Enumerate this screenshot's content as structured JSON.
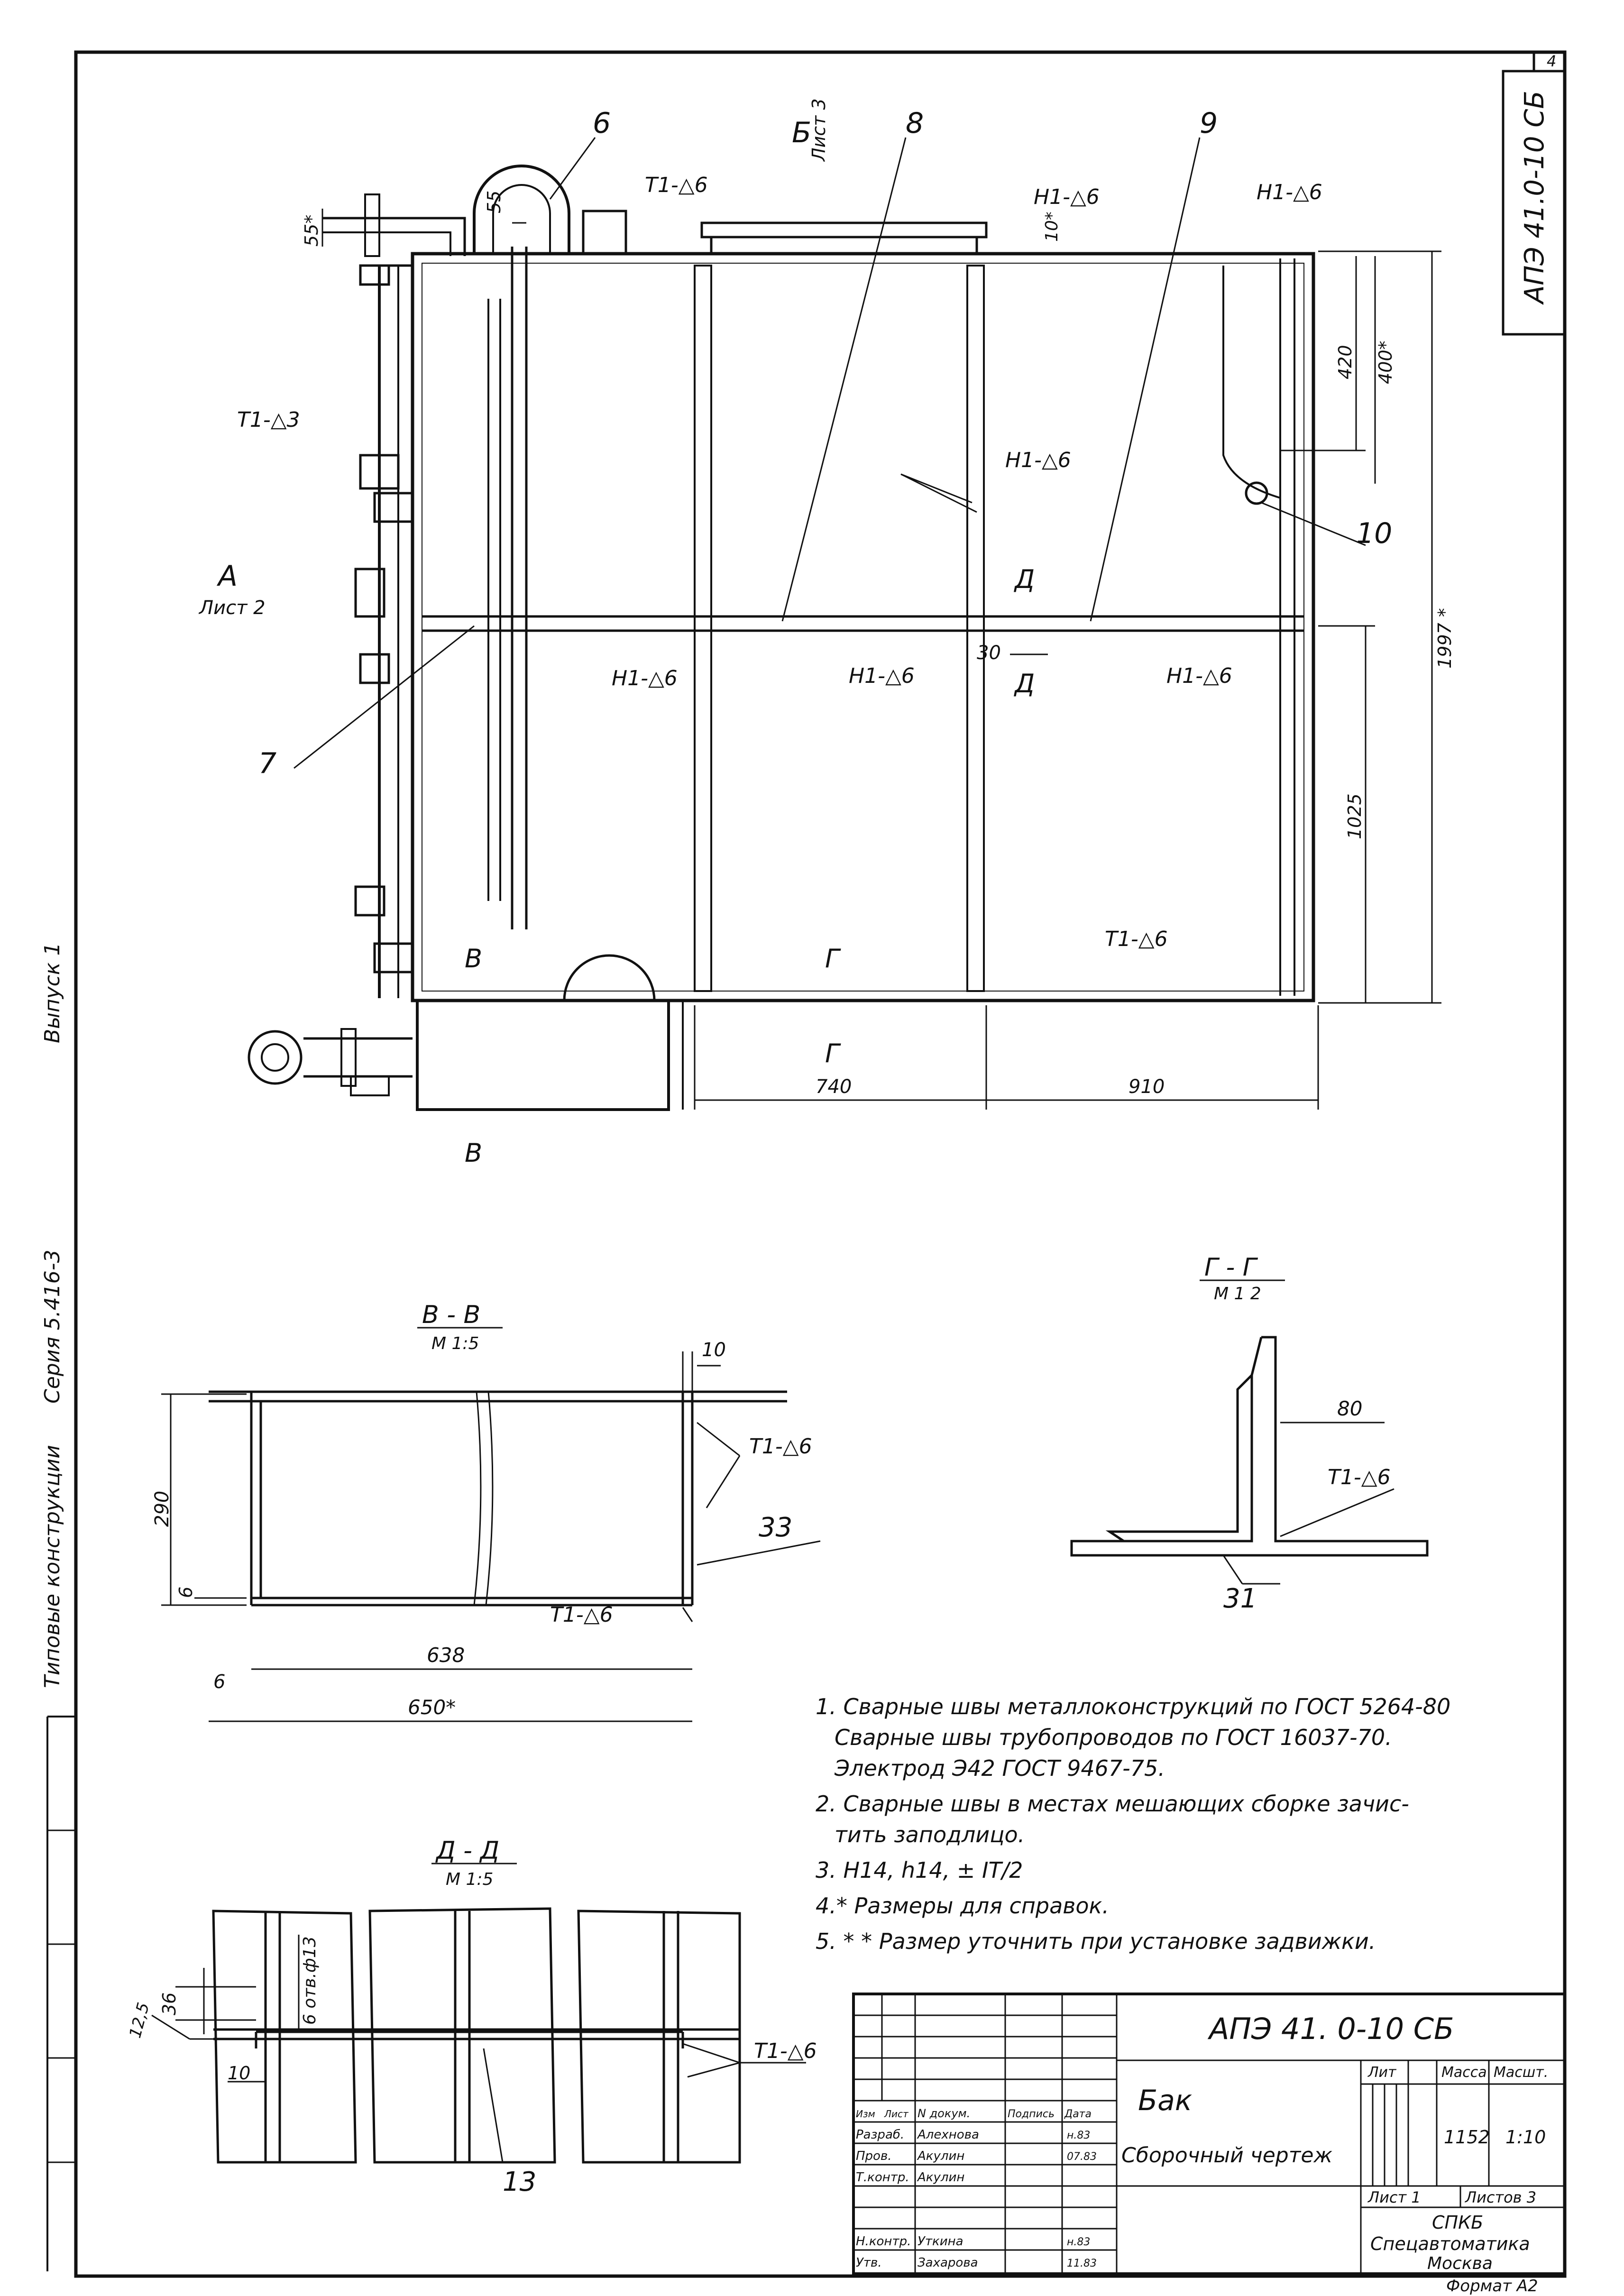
{
  "sheet": {
    "corner_number": "4",
    "top_stamp": "АПЭ 41.0-10 СБ",
    "side_series": "Серия   5.416-3",
    "side_issue": "Выпуск 1",
    "side_type": "Типовые конструкции",
    "format": "Формат А2"
  },
  "main_view": {
    "positions": [
      "6",
      "8",
      "9",
      "10",
      "7"
    ],
    "section_marks": {
      "A": "А",
      "A_sheet": "Лист 2",
      "B": "Б",
      "B_sheet": "Лист 3",
      "V": "В",
      "G": "Г",
      "D": "Д"
    },
    "welds": [
      "Т1-△6",
      "Н1-△6",
      "Н1-△6",
      "Т1-△3",
      "Н1-△6",
      "Н1-△6",
      "Н1-△6",
      "Н1-△6",
      "Т1-△6"
    ],
    "dims": {
      "d55a": "55*",
      "d55b": "55",
      "d10": "10*",
      "d420": "420",
      "d400": "400*",
      "d1997": "1997 *",
      "d1025": "1025",
      "d30": "30",
      "d740": "740",
      "d910": "910"
    }
  },
  "section_vv": {
    "title": "В - В",
    "scale": "М 1:5",
    "dims": {
      "d10": "10",
      "d290": "290",
      "d6a": "6",
      "d6b": "6",
      "d638": "638",
      "d650": "650*"
    },
    "welds": [
      "Т1-△6",
      "Т1-△6"
    ],
    "position": "33"
  },
  "section_gg": {
    "title": "Г - Г",
    "scale": "М 1 2",
    "dim": "80",
    "weld": "Т1-△6",
    "position": "31"
  },
  "section_dd": {
    "title": "Д - Д",
    "scale": "М 1:5",
    "dims": {
      "d36": "36",
      "d125": "12,5",
      "d10": "10"
    },
    "holes": "6 отв.ф13",
    "weld": "Т1-△6",
    "position": "13"
  },
  "notes": [
    "1. Сварные швы металлоконструкций по ГОСТ 5264-80",
    "Сварные швы трубопроводов по ГОСТ 16037-70.",
    "Электрод Э42 ГОСТ 9467-75.",
    "2. Сварные швы в местах мешающих сборке зачис-",
    "тить заподлицо.",
    "3. Н14, h14, ± IT/2",
    "4.* Размеры для справок.",
    "5. * * Размер уточнить при установке задвижки."
  ],
  "title_block": {
    "designation": "АПЭ 41. 0-10 СБ",
    "name": "Бак",
    "doc_type": "Сборочный чертеж",
    "col_lit": "Лит",
    "col_mass": "Масса",
    "col_scale": "Масшт.",
    "mass": "1152",
    "scale": "1:10",
    "sheet": "Лист 1",
    "sheets": "Листов 3",
    "org_1": "СПКБ",
    "org_2": "Спецавтоматика",
    "org_3": "Москва",
    "head_cols": [
      "Изм",
      "Лист",
      "N докум.",
      "Подпись",
      "Дата"
    ],
    "rows": [
      {
        "role": "Разраб.",
        "name": "Алехнова",
        "date": "н.83"
      },
      {
        "role": "Пров.",
        "name": "Акулин",
        "date": "07.83"
      },
      {
        "role": "Т.контр.",
        "name": "Акулин",
        "date": ""
      },
      {
        "role": "Н.контр.",
        "name": "Уткина",
        "date": "н.83"
      },
      {
        "role": "Утв.",
        "name": "Захарова",
        "date": "11.83"
      }
    ]
  }
}
